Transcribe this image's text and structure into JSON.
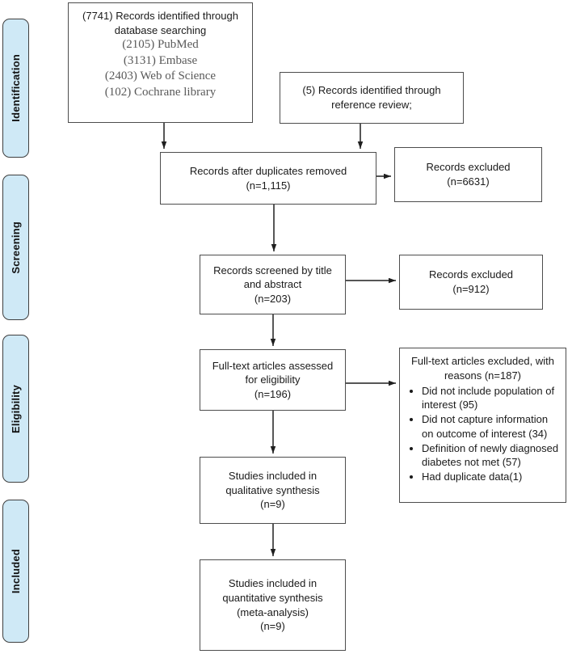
{
  "stages": [
    {
      "label": "Identification"
    },
    {
      "label": "Screening"
    },
    {
      "label": "Eligibility"
    },
    {
      "label": "Included"
    }
  ],
  "boxes": {
    "db_search": {
      "heading": "(7741) Records identified through\ndatabase searching",
      "sources": [
        "(2105) PubMed",
        "(3131) Embase",
        "(2403) Web of Science",
        "(102) Cochrane library"
      ]
    },
    "ref_review": {
      "text": "(5) Records identified through\nreference review;"
    },
    "duplicates_removed": {
      "text": "Records after duplicates removed\n(n=1,115)"
    },
    "records_excluded_1": {
      "text": "Records excluded\n(n=6631)"
    },
    "screened": {
      "text": "Records screened by title\nand abstract\n(n=203)"
    },
    "records_excluded_2": {
      "text": "Records excluded\n(n=912)"
    },
    "full_text_assessed": {
      "text": "Full-text articles assessed\nfor eligibility\n(n=196)"
    },
    "full_text_excluded": {
      "heading": "Full-text articles excluded, with\nreasons (n=187)",
      "reasons": [
        "Did not include population of interest (95)",
        "Did not capture information on outcome of interest (34)",
        "Definition of newly diagnosed diabetes not met (57)",
        "Had duplicate data(1)"
      ]
    },
    "qualitative": {
      "text": "Studies included in\nqualitative synthesis\n(n=9)"
    },
    "quantitative": {
      "text": "Studies included in\nquantitative synthesis\n(meta-analysis)\n(n=9)"
    }
  },
  "colors": {
    "stage_fill": "#cfe9f6",
    "stage_border": "#3f3f3f",
    "box_border": "#4d4d4d",
    "connector": "#1f1f1f",
    "source_text": "#595959"
  }
}
